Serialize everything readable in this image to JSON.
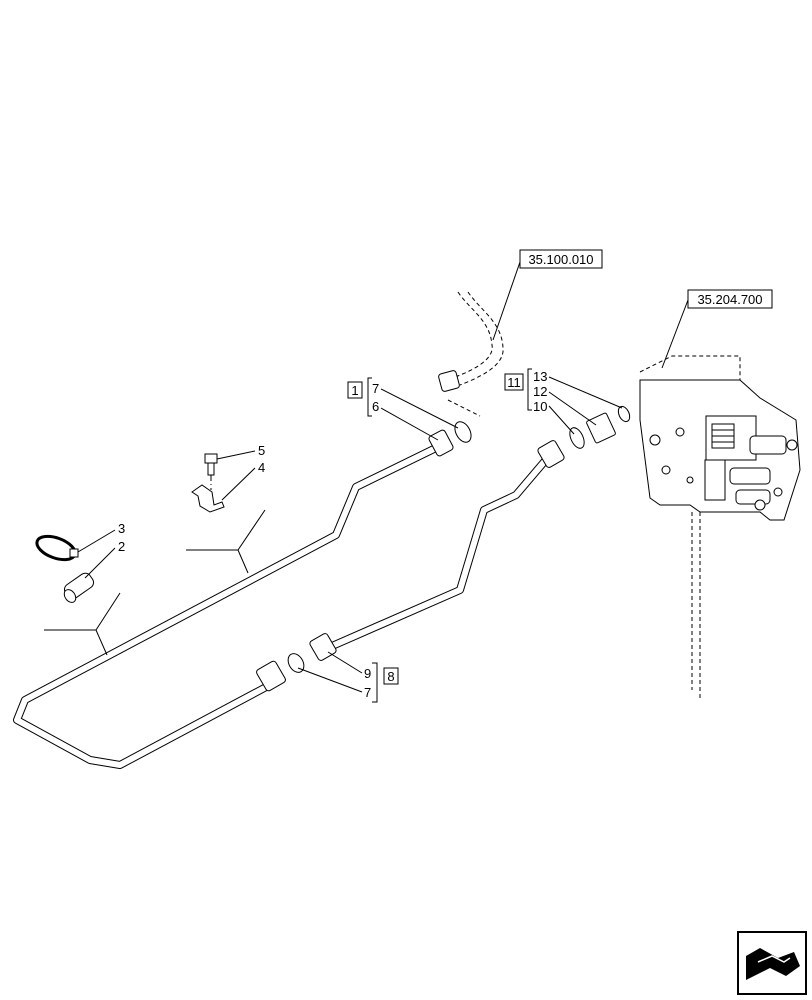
{
  "references": {
    "top_hose": "35.100.010",
    "control_valve": "35.204.700"
  },
  "kits": {
    "kit_1": "1",
    "kit_11": "11",
    "kit_8": "8"
  },
  "callouts": {
    "c2": "2",
    "c3": "3",
    "c4": "4",
    "c5": "5",
    "c6": "6",
    "c7_upper": "7",
    "c7_lower": "7",
    "c9": "9",
    "c10": "10",
    "c12": "12",
    "c13": "13"
  },
  "icons": {
    "nav": "next-page-arrow-icon"
  }
}
